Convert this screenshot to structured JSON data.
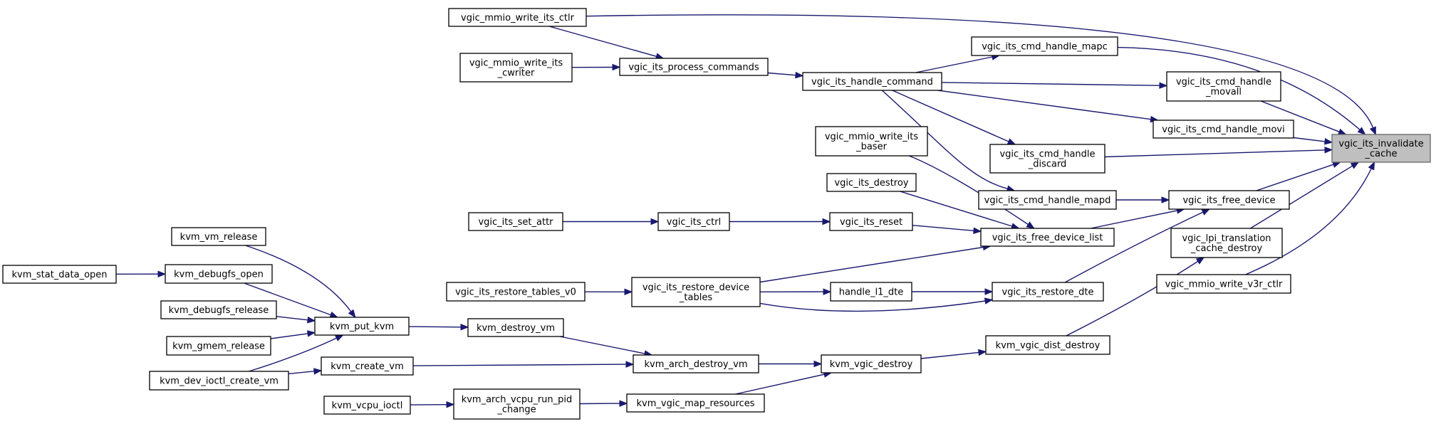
{
  "nodes": {
    "root": [
      "vgic_its_invalidate",
      "_cache"
    ],
    "write_its_ctlr": [
      "vgic_mmio_write_its_ctlr"
    ],
    "handle_mapc": [
      "vgic_its_cmd_handle_mapc"
    ],
    "handle_movall": [
      "vgic_its_cmd_handle",
      "_movall"
    ],
    "handle_movi": [
      "vgic_its_cmd_handle_movi"
    ],
    "handle_discard": [
      "vgic_its_cmd_handle",
      "_discard"
    ],
    "free_device": [
      "vgic_its_free_device"
    ],
    "lpi_cache_destroy": [
      "vgic_lpi_translation",
      "_cache_destroy"
    ],
    "write_v3r_ctlr": [
      "vgic_mmio_write_v3r_ctlr"
    ],
    "handle_command": [
      "vgic_its_handle_command"
    ],
    "handle_mapd": [
      "vgic_its_cmd_handle_mapd"
    ],
    "free_device_list": [
      "vgic_its_free_device_list"
    ],
    "restore_dte": [
      "vgic_its_restore_dte"
    ],
    "vgic_dist_destroy": [
      "kvm_vgic_dist_destroy"
    ],
    "process_commands": [
      "vgic_its_process_commands"
    ],
    "write_its_cwriter": [
      "vgic_mmio_write_its",
      "_cwriter"
    ],
    "write_its_baser": [
      "vgic_mmio_write_its",
      "_baser"
    ],
    "its_destroy": [
      "vgic_its_destroy"
    ],
    "its_reset": [
      "vgic_its_reset"
    ],
    "its_ctrl": [
      "vgic_its_ctrl"
    ],
    "its_set_attr": [
      "vgic_its_set_attr"
    ],
    "restore_device_tables": [
      "vgic_its_restore_device",
      "_tables"
    ],
    "restore_tables_v0": [
      "vgic_its_restore_tables_v0"
    ],
    "handle_l1_dte": [
      "handle_l1_dte"
    ],
    "kvm_vgic_destroy": [
      "kvm_vgic_destroy"
    ],
    "kvm_arch_destroy_vm": [
      "kvm_arch_destroy_vm"
    ],
    "kvm_vgic_map_resources": [
      "kvm_vgic_map_resources"
    ],
    "kvm_destroy_vm": [
      "kvm_destroy_vm"
    ],
    "kvm_create_vm": [
      "kvm_create_vm"
    ],
    "kvm_arch_vcpu_run_pid_change": [
      "kvm_arch_vcpu_run_pid",
      "_change"
    ],
    "kvm_vcpu_ioctl": [
      "kvm_vcpu_ioctl"
    ],
    "kvm_put_kvm": [
      "kvm_put_kvm"
    ],
    "kvm_vm_release": [
      "kvm_vm_release"
    ],
    "kvm_debugfs_open": [
      "kvm_debugfs_open"
    ],
    "kvm_debugfs_release": [
      "kvm_debugfs_release"
    ],
    "kvm_gmem_release": [
      "kvm_gmem_release"
    ],
    "kvm_dev_ioctl_create_vm": [
      "kvm_dev_ioctl_create_vm"
    ],
    "kvm_stat_data_open": [
      "kvm_stat_data_open"
    ]
  },
  "edges": [
    [
      "write_its_ctlr",
      "root"
    ],
    [
      "handle_mapc",
      "root"
    ],
    [
      "handle_movall",
      "root"
    ],
    [
      "handle_movi",
      "root"
    ],
    [
      "handle_discard",
      "root"
    ],
    [
      "free_device",
      "root"
    ],
    [
      "lpi_cache_destroy",
      "root"
    ],
    [
      "write_v3r_ctlr",
      "root"
    ],
    [
      "handle_command",
      "handle_mapc"
    ],
    [
      "handle_command",
      "handle_movall"
    ],
    [
      "handle_command",
      "handle_movi"
    ],
    [
      "handle_command",
      "handle_discard"
    ],
    [
      "handle_command",
      "handle_mapd"
    ],
    [
      "handle_mapd",
      "free_device"
    ],
    [
      "free_device_list",
      "free_device"
    ],
    [
      "restore_dte",
      "free_device"
    ],
    [
      "vgic_dist_destroy",
      "lpi_cache_destroy"
    ],
    [
      "write_its_ctlr",
      "process_commands"
    ],
    [
      "write_its_cwriter",
      "process_commands"
    ],
    [
      "process_commands",
      "handle_command"
    ],
    [
      "write_its_baser",
      "free_device_list"
    ],
    [
      "its_destroy",
      "free_device_list"
    ],
    [
      "its_reset",
      "free_device_list"
    ],
    [
      "restore_device_tables",
      "free_device_list"
    ],
    [
      "its_ctrl",
      "its_reset"
    ],
    [
      "its_set_attr",
      "its_ctrl"
    ],
    [
      "restore_tables_v0",
      "restore_device_tables"
    ],
    [
      "restore_device_tables",
      "handle_l1_dte"
    ],
    [
      "handle_l1_dte",
      "restore_dte"
    ],
    [
      "restore_device_tables",
      "restore_dte"
    ],
    [
      "kvm_vgic_destroy",
      "vgic_dist_destroy"
    ],
    [
      "kvm_arch_destroy_vm",
      "kvm_vgic_destroy"
    ],
    [
      "kvm_vgic_map_resources",
      "kvm_vgic_destroy"
    ],
    [
      "kvm_destroy_vm",
      "kvm_arch_destroy_vm"
    ],
    [
      "kvm_create_vm",
      "kvm_arch_destroy_vm"
    ],
    [
      "kvm_arch_vcpu_run_pid_change",
      "kvm_vgic_map_resources"
    ],
    [
      "kvm_vcpu_ioctl",
      "kvm_arch_vcpu_run_pid_change"
    ],
    [
      "kvm_put_kvm",
      "kvm_destroy_vm"
    ],
    [
      "kvm_vm_release",
      "kvm_put_kvm"
    ],
    [
      "kvm_debugfs_open",
      "kvm_put_kvm"
    ],
    [
      "kvm_debugfs_release",
      "kvm_put_kvm"
    ],
    [
      "kvm_gmem_release",
      "kvm_put_kvm"
    ],
    [
      "kvm_dev_ioctl_create_vm",
      "kvm_put_kvm"
    ],
    [
      "kvm_dev_ioctl_create_vm",
      "kvm_create_vm"
    ],
    [
      "kvm_stat_data_open",
      "kvm_debugfs_open"
    ]
  ]
}
